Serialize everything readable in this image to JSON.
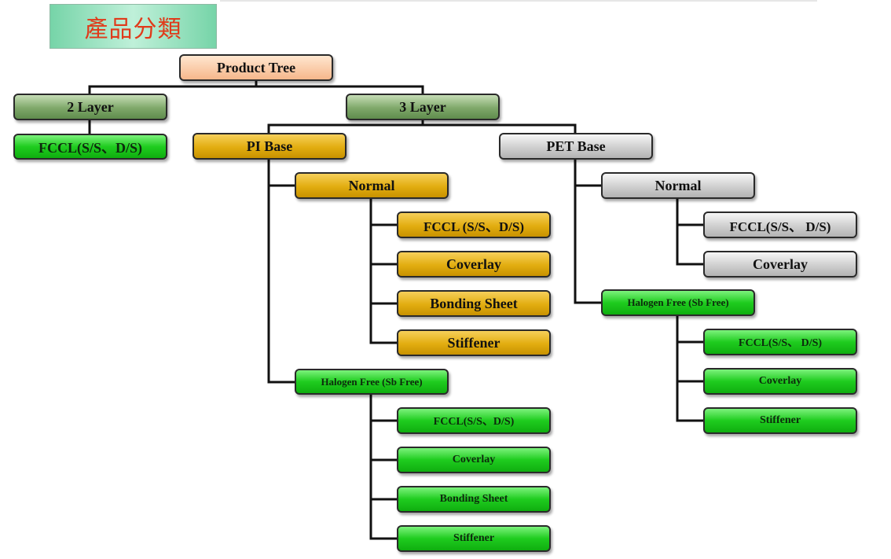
{
  "header": {
    "title": "產品分類"
  },
  "tree": {
    "root": "Product Tree",
    "two_layer": {
      "label": "2 Layer",
      "fccl": "FCCL(S/S、D/S)"
    },
    "three_layer": {
      "label": "3 Layer",
      "pi_base": {
        "label": "PI Base",
        "normal": {
          "label": "Normal",
          "fccl": "FCCL (S/S、D/S)",
          "coverlay": "Coverlay",
          "bonding_sheet": "Bonding Sheet",
          "stiffener": "Stiffener"
        },
        "halogen_free": {
          "label": "Halogen Free (Sb Free)",
          "fccl": "FCCL(S/S、D/S)",
          "coverlay": "Coverlay",
          "bonding_sheet": "Bonding Sheet",
          "stiffener": "Stiffener"
        }
      },
      "pet_base": {
        "label": "PET Base",
        "normal": {
          "label": "Normal",
          "fccl": "FCCL(S/S、 D/S)",
          "coverlay": "Coverlay"
        },
        "halogen_free": {
          "label": "Halogen Free (Sb Free)",
          "fccl": "FCCL(S/S、 D/S)",
          "coverlay": "Coverlay",
          "stiffener": "Stiffener"
        }
      }
    }
  }
}
